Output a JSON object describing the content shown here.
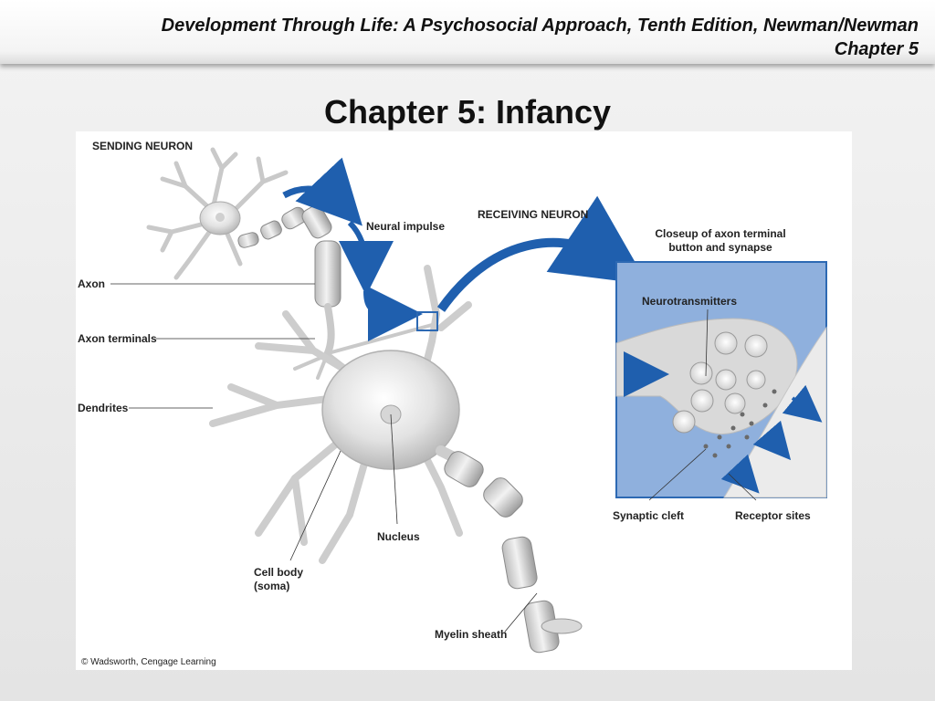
{
  "header": {
    "line1": "Development Through Life: A Psychosocial Approach, Tenth Edition, Newman/Newman",
    "line2": "Chapter 5"
  },
  "slide_title": "Chapter 5: Infancy",
  "figure": {
    "sending_neuron": "SENDING NEURON",
    "receiving_neuron": "RECEIVING NEURON",
    "neural_impulse": "Neural impulse",
    "closeup_line1": "Closeup of axon terminal",
    "closeup_line2": "button and synapse",
    "neurotransmitters": "Neurotransmitters",
    "axon": "Axon",
    "axon_terminals": "Axon terminals",
    "dendrites": "Dendrites",
    "nucleus": "Nucleus",
    "cell_body_line1": "Cell body",
    "cell_body_line2": "(soma)",
    "myelin_sheath": "Myelin sheath",
    "synaptic_cleft": "Synaptic cleft",
    "receptor_sites": "Receptor sites",
    "credit": "© Wadsworth, Cengage Learning"
  },
  "colors": {
    "arrow_blue": "#1f5fae",
    "closeup_bg": "#8fb0dd",
    "closeup_border": "#2d69b3"
  }
}
